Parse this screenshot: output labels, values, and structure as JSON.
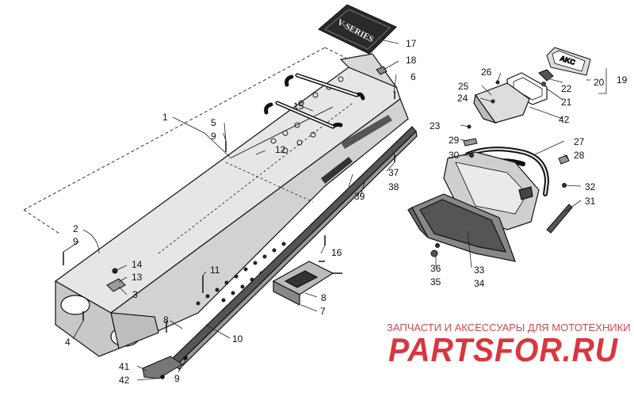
{
  "callouts": [
    "1",
    "2",
    "3",
    "4",
    "5",
    "6",
    "7",
    "8",
    "9",
    "10",
    "11",
    "12",
    "13",
    "14",
    "15",
    "16",
    "17",
    "18",
    "19",
    "20",
    "21",
    "22",
    "23",
    "24",
    "25",
    "26",
    "27",
    "28",
    "29",
    "30",
    "31",
    "32",
    "33",
    "34",
    "35",
    "36",
    "37",
    "38",
    "39",
    "41",
    "42"
  ],
  "plate_text": "V-SERIES",
  "taillight_text": "AKC",
  "watermark": {
    "top_line": "ЗАПЧАСТИ И АКСЕССУАРЫ ДЛЯ МОТОТЕХНИКИ",
    "brand_part1": "PARTS",
    "brand_part2": "FOR",
    "brand_part3": ".RU",
    "primary_color": "#d9363e"
  }
}
